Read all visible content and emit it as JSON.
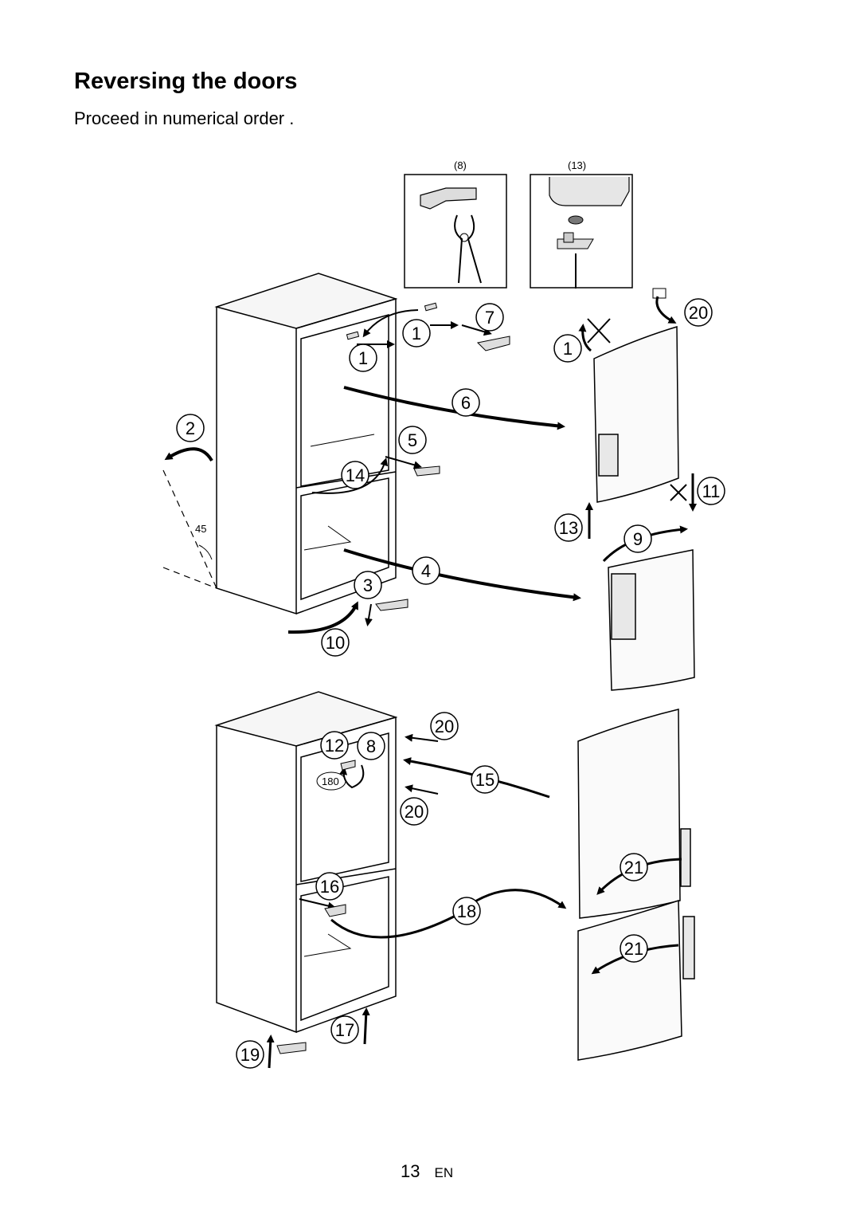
{
  "page": {
    "title": "Reversing the doors",
    "subtitle": "Proceed in numerical order .",
    "page_number": "13",
    "language": "EN"
  },
  "inset_labels": [
    "(8)",
    "(13)"
  ],
  "angle_label": "45",
  "rotation_label": "180",
  "step_numbers": {
    "s1a": "1",
    "s1b": "1",
    "s1c": "1",
    "s2": "2",
    "s3": "3",
    "s4": "4",
    "s5": "5",
    "s6": "6",
    "s7": "7",
    "s8": "8",
    "s9": "9",
    "s10": "10",
    "s11": "11",
    "s12": "12",
    "s13": "13",
    "s14": "14",
    "s15": "15",
    "s16": "16",
    "s17": "17",
    "s18": "18",
    "s19": "19",
    "s20a": "20",
    "s20b": "20",
    "s20c": "20",
    "s21a": "21",
    "s21b": "21"
  }
}
